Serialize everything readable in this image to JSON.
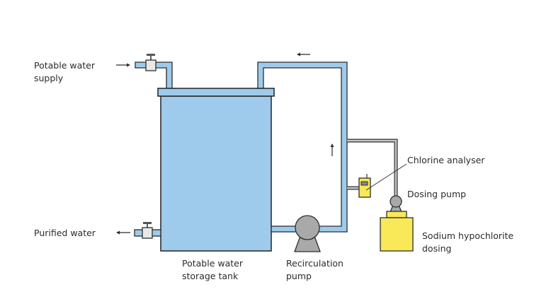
{
  "diagram": {
    "title": "Potable water storage with chlorine dosing recirculation",
    "labels": {
      "inlet": [
        "Potable water",
        "supply"
      ],
      "outlet": "Purified water",
      "tank": [
        "Potable water",
        "storage tank"
      ],
      "recirc_pump": [
        "Recirculation",
        "pump"
      ],
      "analyser": "Chlorine analyser",
      "dosing_pump": "Dosing pump",
      "dosing_tank": [
        "Sodium hypochlorite",
        "dosing"
      ]
    },
    "colors": {
      "water": "#9ecbeb",
      "chemical": "#f9e858",
      "equipment": "#a9a9a9",
      "outline": "#2e2e2e"
    },
    "flow_arrows": [
      "inlet-right",
      "outlet-left",
      "return-top-left",
      "riser-up"
    ]
  }
}
